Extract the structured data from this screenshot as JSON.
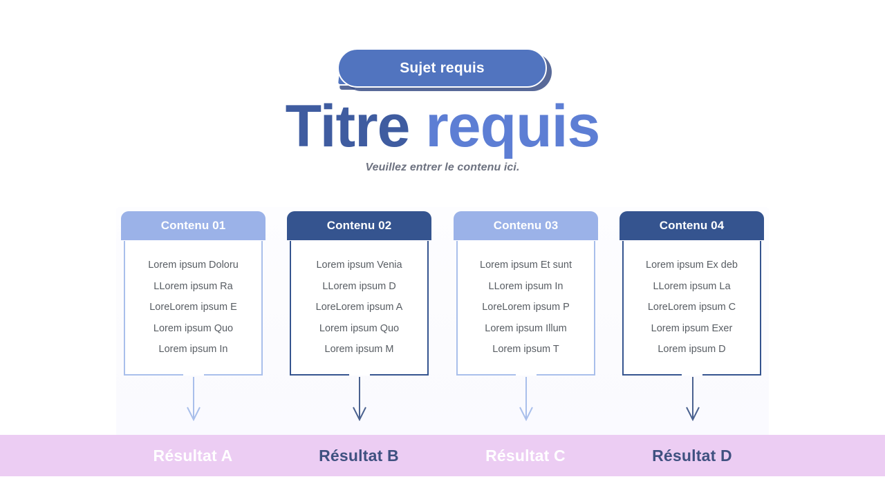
{
  "header": {
    "badge_label": "Sujet requis",
    "title_part_1": "Titre ",
    "title_part_2": "requis",
    "subtitle": "Veuillez entrer le contenu ici."
  },
  "colors": {
    "badge_fill": "#5174bf",
    "badge_shadow": "#3b4f86",
    "title_dark": "#3f5ca0",
    "title_light": "#5d7ed4",
    "subtitle": "#6d7280",
    "head_light": "#9bb2e8",
    "head_dark": "#35548f",
    "border_light": "#a9bfeb",
    "border_dark": "#35548f",
    "body_text": "#585d63",
    "band_fill": "#eccdf3",
    "result_light": "#ffffff",
    "result_dark": "#3f5180",
    "page_background": "#ffffff"
  },
  "cards": [
    {
      "header": "Contenu 01",
      "theme": "light",
      "lines": [
        "Lorem ipsum Doloru",
        "LLorem ipsum Ra",
        "LoreLorem ipsum E",
        "Lorem ipsum Quo",
        "Lorem ipsum In"
      ]
    },
    {
      "header": "Contenu 02",
      "theme": "dark",
      "lines": [
        "Lorem ipsum Venia",
        "LLorem ipsum D",
        "LoreLorem ipsum A",
        "Lorem ipsum Quo",
        "Lorem ipsum M"
      ]
    },
    {
      "header": "Contenu 03",
      "theme": "light",
      "lines": [
        "Lorem ipsum Et sunt",
        "LLorem ipsum In",
        "LoreLorem ipsum P",
        "Lorem ipsum Illum",
        "Lorem ipsum T"
      ]
    },
    {
      "header": "Contenu 04",
      "theme": "dark",
      "lines": [
        "Lorem ipsum Ex deb",
        "LLorem ipsum La",
        "LoreLorem ipsum C",
        "Lorem ipsum Exer",
        "Lorem ipsum D"
      ]
    }
  ],
  "results": [
    {
      "label": "Résultat A",
      "theme": "light"
    },
    {
      "label": "Résultat B",
      "theme": "dark"
    },
    {
      "label": "Résultat C",
      "theme": "light"
    },
    {
      "label": "Résultat D",
      "theme": "dark"
    }
  ],
  "connectors": [
    {
      "icon": "arrow-down-icon",
      "color": "#a9bfeb"
    },
    {
      "icon": "arrow-down-icon",
      "color": "#4a618f"
    },
    {
      "icon": "arrow-down-icon",
      "color": "#a9bfeb"
    },
    {
      "icon": "arrow-down-icon",
      "color": "#4a618f"
    }
  ]
}
